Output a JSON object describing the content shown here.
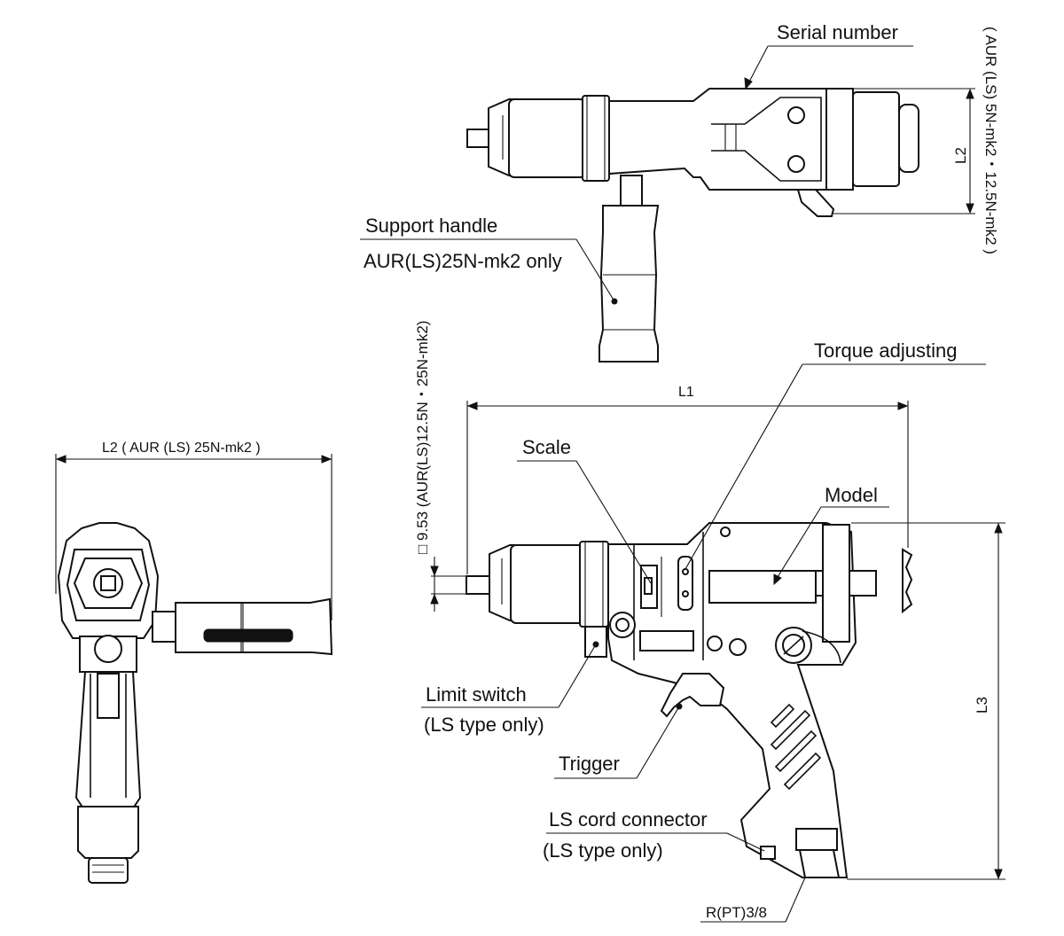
{
  "labels": {
    "serial_number": "Serial number",
    "support_handle": "Support handle",
    "support_handle_note": "AUR(LS)25N-mk2 only",
    "torque_adjusting": "Torque adjusting",
    "scale": "Scale",
    "model": "Model",
    "limit_switch": "Limit switch",
    "limit_switch_note": "(LS type only)",
    "trigger": "Trigger",
    "ls_cord_connector": "LS cord connector",
    "ls_cord_connector_note": "(LS type only)",
    "air_inlet": "R(PT)3/8"
  },
  "dimensions": {
    "l1": "L1",
    "l2": "L2",
    "l2_top_note": "( AUR (LS) 5N-mk2・12.5N-mk2 )",
    "l2_side": "L2 ( AUR (LS) 25N-mk2 )",
    "l3": "L3",
    "square_drive": "□ 9.53 (AUR(LS)12.5N・25N-mk2)"
  }
}
